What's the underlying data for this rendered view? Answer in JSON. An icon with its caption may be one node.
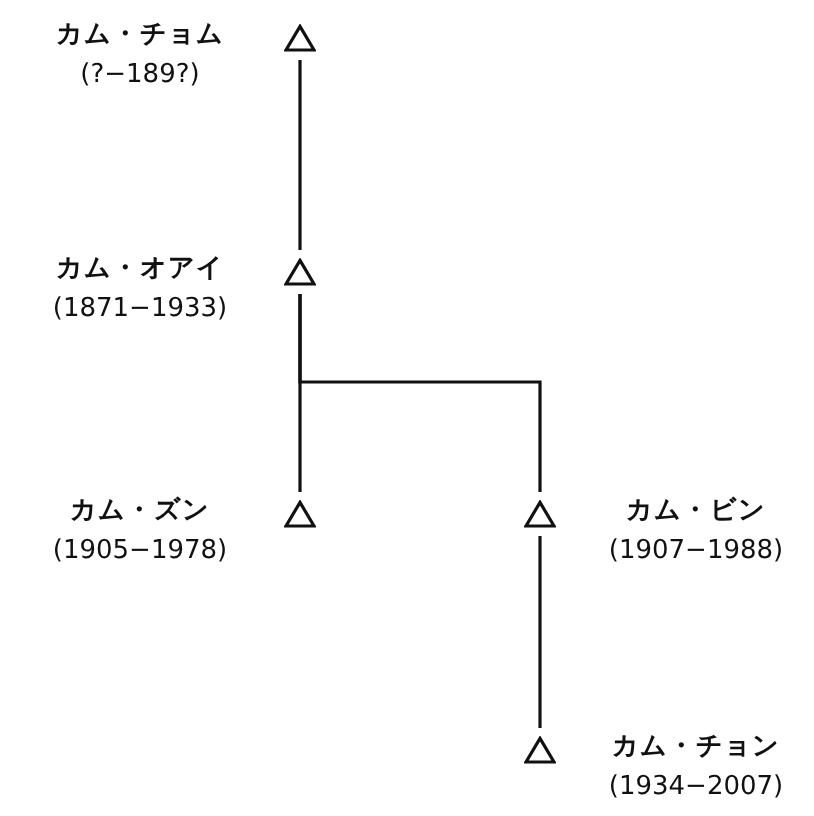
{
  "diagram": {
    "nodes": [
      {
        "text": [],
        "shape": "triangle",
        "beside": [
          "カム・チョム",
          "(?−189?)"
        ]
      },
      {
        "text": [],
        "shape": "triangle",
        "beside": [
          "カム・オアイ",
          "(1871−1933)"
        ]
      },
      {
        "text": [],
        "shape": "triangle",
        "beside": [
          "カム・ズン",
          "(1905−1978)"
        ]
      },
      {
        "text": [],
        "shape": "triangle",
        "beside": [
          "カム・ビン",
          "(1907−1988)"
        ]
      },
      {
        "text": [],
        "shape": "triangle",
        "beside": [
          "カム・チョン",
          "(1934−2007)"
        ]
      }
    ],
    "edges": [
      {
        "from": 0,
        "to": 1,
        "arrow": "none"
      },
      {
        "from": 1,
        "to": 2,
        "arrow": "none"
      },
      {
        "from": 1,
        "to": 3,
        "arrow": "none"
      },
      {
        "from": 3,
        "to": 4,
        "arrow": "none"
      }
    ]
  }
}
